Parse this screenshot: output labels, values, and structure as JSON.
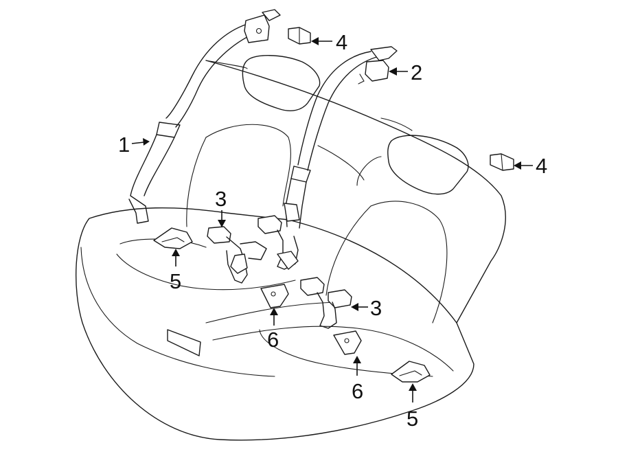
{
  "callouts": [
    {
      "id": "c1",
      "label": "1"
    },
    {
      "id": "c2",
      "label": "2"
    },
    {
      "id": "c3a",
      "label": "3"
    },
    {
      "id": "c3b",
      "label": "3"
    },
    {
      "id": "c4a",
      "label": "4"
    },
    {
      "id": "c4b",
      "label": "4"
    },
    {
      "id": "c5a",
      "label": "5"
    },
    {
      "id": "c5b",
      "label": "5"
    },
    {
      "id": "c6a",
      "label": "6"
    },
    {
      "id": "c6b",
      "label": "6"
    }
  ],
  "colors": {
    "line": "#1a1a1a",
    "background": "#ffffff"
  }
}
